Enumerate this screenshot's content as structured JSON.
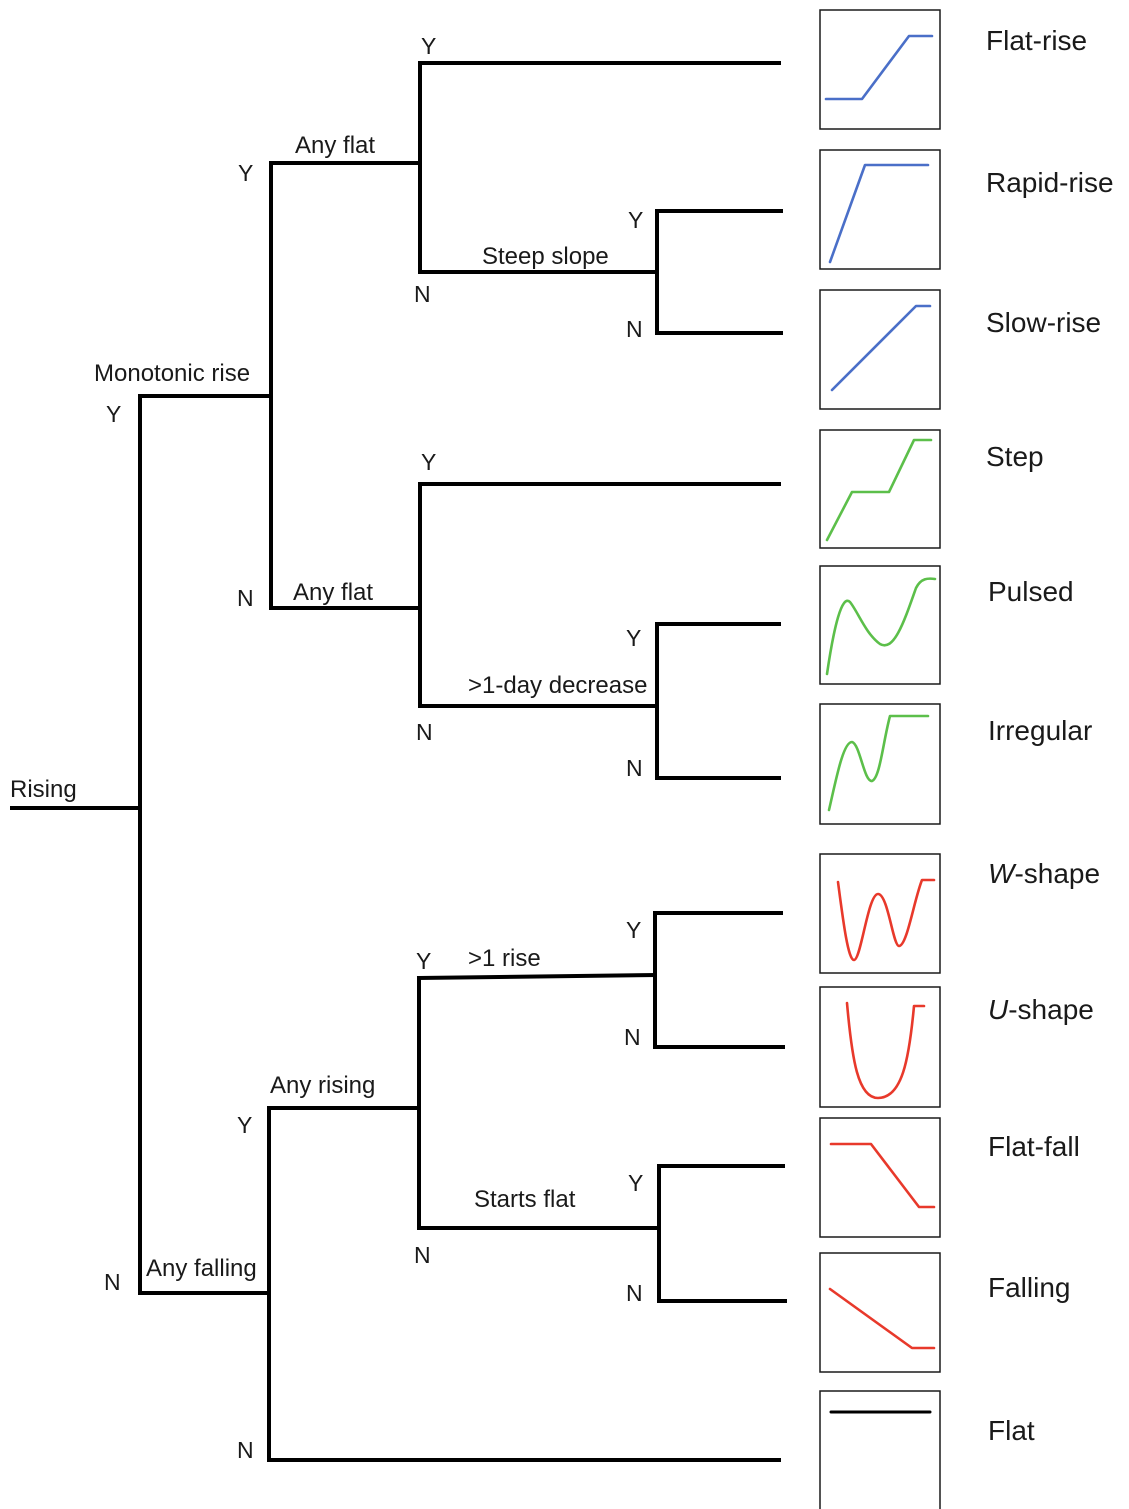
{
  "root": "Rising",
  "questions": {
    "monotonic_rise": "Monotonic rise",
    "any_flat_1": "Any flat",
    "steep_slope": "Steep slope",
    "any_flat_2": "Any flat",
    "one_day_decrease": ">1-day decrease",
    "any_falling": "Any falling",
    "any_rising": "Any rising",
    "more_than_one_rise": ">1 rise",
    "starts_flat": "Starts flat"
  },
  "yes": "Y",
  "no": "N",
  "categories": [
    {
      "prefix": "",
      "label": "Flat-rise",
      "color": "#4a6fc8",
      "icon": "flat-rise-curve"
    },
    {
      "prefix": "",
      "label": "Rapid-rise",
      "color": "#4a6fc8",
      "icon": "rapid-rise-curve"
    },
    {
      "prefix": "",
      "label": "Slow-rise",
      "color": "#4a6fc8",
      "icon": "slow-rise-curve"
    },
    {
      "prefix": "",
      "label": "Step",
      "color": "#5cbf4a",
      "icon": "step-curve"
    },
    {
      "prefix": "",
      "label": "Pulsed",
      "color": "#5cbf4a",
      "icon": "pulsed-curve"
    },
    {
      "prefix": "",
      "label": "Irregular",
      "color": "#5cbf4a",
      "icon": "irregular-curve"
    },
    {
      "prefix": "W",
      "label": "-shape",
      "color": "#e8392b",
      "icon": "w-shape-curve"
    },
    {
      "prefix": "U",
      "label": "-shape",
      "color": "#e8392b",
      "icon": "u-shape-curve"
    },
    {
      "prefix": "",
      "label": "Flat-fall",
      "color": "#e8392b",
      "icon": "flat-fall-curve"
    },
    {
      "prefix": "",
      "label": "Falling",
      "color": "#e8392b",
      "icon": "falling-curve"
    },
    {
      "prefix": "",
      "label": "Flat",
      "color": "#000000",
      "icon": "flat-curve"
    }
  ]
}
